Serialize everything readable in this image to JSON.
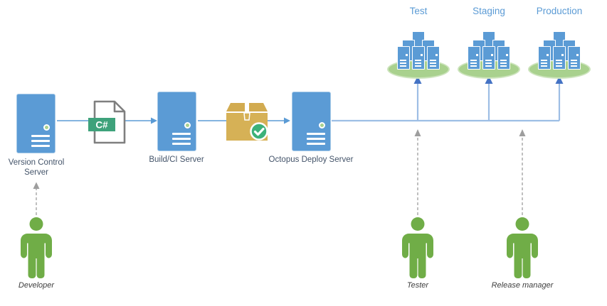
{
  "nodes": {
    "version_control": {
      "label": "Version Control Server"
    },
    "build_ci": {
      "label": "Build/CI Server"
    },
    "octopus": {
      "label": "Octopus Deploy Server"
    }
  },
  "artifacts": {
    "csharp_file": {
      "label": "C#"
    },
    "package": {
      "icon": "package-with-check-icon"
    }
  },
  "environments": [
    {
      "label": "Test"
    },
    {
      "label": "Staging"
    },
    {
      "label": "Production"
    }
  ],
  "people": [
    {
      "label": "Developer"
    },
    {
      "label": "Tester"
    },
    {
      "label": "Release manager"
    }
  ],
  "colors": {
    "server_blue": "#5B9BD5",
    "node_label_navy": "#44546A",
    "env_label_blue": "#5B9BD5",
    "person_green": "#70AD47",
    "person_label_gray": "#3F3F3F",
    "ellipse_green": "#A9D18E",
    "csharp_banner_green": "#3EA27B",
    "package_tan": "#D6B156",
    "check_green": "#3CB179",
    "connector_blue": "#5B9BD5",
    "trunk_light_blue": "#9DBEE5",
    "arrowhead_dark_blue": "#4472C4",
    "dashed_gray": "#A6A6A6"
  }
}
